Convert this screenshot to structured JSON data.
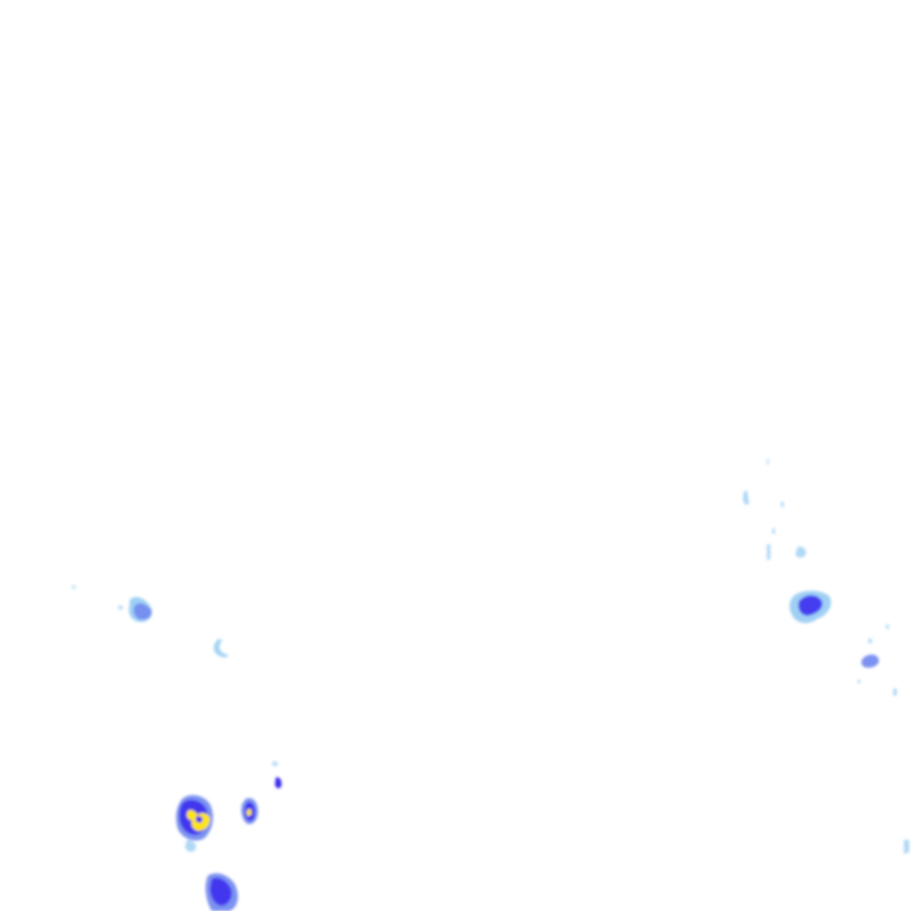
{
  "map": {
    "layer": "precipitation-radar",
    "background_color": "#ffffff",
    "intensity_colors": {
      "light": "#8ec8f2",
      "moderate": "#6f86ee",
      "heavy": "#3b2ff0",
      "very_heavy": "#ffe600"
    },
    "echoes": [
      {
        "id": "left-small-cell",
        "intensity": "moderate"
      },
      {
        "id": "left-arc-cell",
        "intensity": "light"
      },
      {
        "id": "southwest-storm",
        "intensity": "very_heavy"
      },
      {
        "id": "southwest-storm-2",
        "intensity": "very_heavy"
      },
      {
        "id": "south-edge-cell",
        "intensity": "heavy"
      },
      {
        "id": "small-dot-cell",
        "intensity": "heavy"
      },
      {
        "id": "east-cell",
        "intensity": "heavy"
      },
      {
        "id": "east-small-cell",
        "intensity": "moderate"
      },
      {
        "id": "east-scattered",
        "intensity": "light"
      }
    ]
  }
}
